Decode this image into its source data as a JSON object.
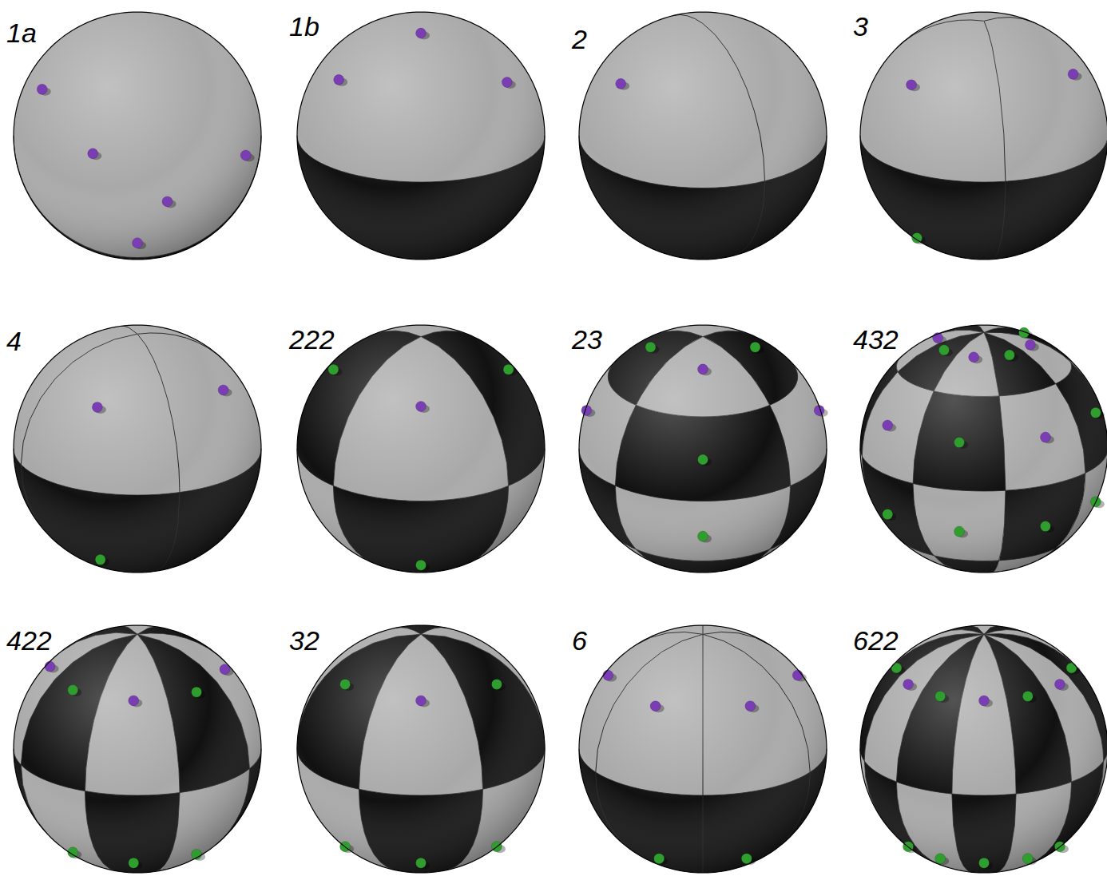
{
  "diagram": {
    "labels": [
      "1a",
      "1b",
      "2",
      "3",
      "4",
      "222",
      "23",
      "432",
      "422",
      "32",
      "6",
      "622"
    ]
  }
}
